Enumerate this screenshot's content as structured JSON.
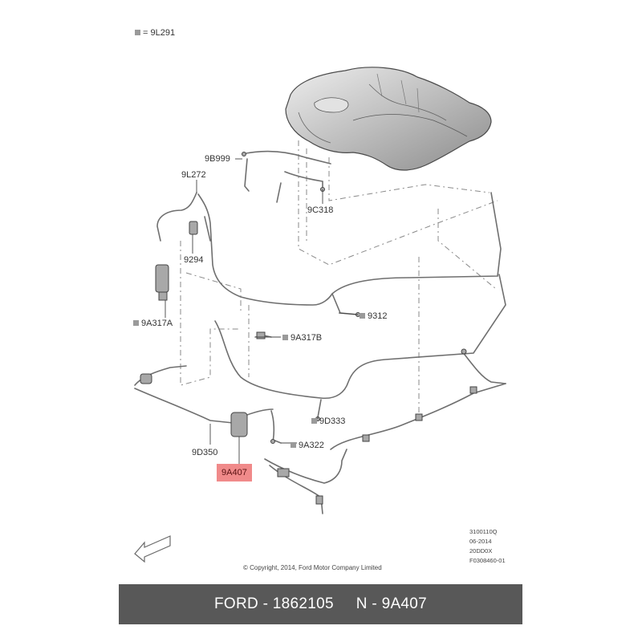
{
  "labels": [
    {
      "text": "9L291",
      "bullet": "= "
    },
    {
      "text": "9B999"
    },
    {
      "text": "9L272"
    },
    {
      "text": "9C318"
    },
    {
      "text": "9294"
    },
    {
      "text": "9312"
    },
    {
      "text": "9A317A"
    },
    {
      "text": "9A317B"
    },
    {
      "text": "9D333"
    },
    {
      "text": "9D350"
    },
    {
      "text": "9A322"
    },
    {
      "text": "9A407"
    }
  ],
  "copyright": "© Copyright, 2014, Ford Motor Company Limited",
  "codes": [
    "3100110Q",
    "06-2014",
    "20DD0X",
    "F0308460-01"
  ],
  "footer": {
    "brand": "FORD",
    "part_number": "1862105",
    "prefix": "N",
    "part_code": "9A407"
  },
  "colors": {
    "highlight": "#f08a8a",
    "footer_bg": "#585858",
    "line": "#6f6f6f"
  }
}
